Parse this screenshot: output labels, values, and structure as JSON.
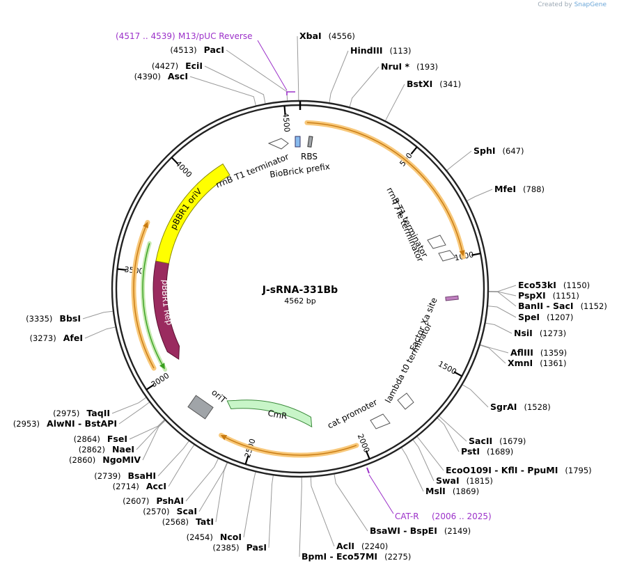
{
  "credit": {
    "created_by": "Created by",
    "brand": "SnapGene"
  },
  "plasmid": {
    "name": "J-sRNA-331Bb",
    "length_label": "4562 bp",
    "length": 4562
  },
  "tick_labels": [
    "500",
    "1000",
    "1500",
    "2000",
    "2500",
    "3000",
    "3500",
    "4000",
    "4500"
  ],
  "features": [
    {
      "label": "CmR",
      "color": "#c8f5c8",
      "kind": "arrow"
    },
    {
      "label": "pBBR1 Rep",
      "color": "#9a2b5f",
      "kind": "arrow"
    },
    {
      "label": "pBBR1 oriV",
      "color": "#ffff00",
      "kind": "box"
    },
    {
      "label": "oriT",
      "color": "#a0a4a8",
      "kind": "box"
    },
    {
      "label": "rrnB T1 terminator",
      "color": "#ffffff",
      "kind": "terminator"
    },
    {
      "label": "T7Te terminator",
      "color": "#ffffff",
      "kind": "terminator"
    },
    {
      "label": "lambda t0 terminator",
      "color": "#ffffff",
      "kind": "terminator"
    },
    {
      "label": "cat promoter",
      "color": "#ffffff",
      "kind": "promoter"
    },
    {
      "label": "Factor Xa site",
      "color": "#c080c0",
      "kind": "site"
    },
    {
      "label": "RBS",
      "color": "#a0a4a8",
      "kind": "site"
    },
    {
      "label": "BioBrick prefix",
      "color": "#88bbee",
      "kind": "site"
    }
  ],
  "sites": [
    {
      "name": "XbaI",
      "pos": "(4556)"
    },
    {
      "name": "HindIII",
      "pos": "(113)"
    },
    {
      "name": "NruI *",
      "pos": "(193)"
    },
    {
      "name": "BstXI",
      "pos": "(341)"
    },
    {
      "name": "SphI",
      "pos": "(647)"
    },
    {
      "name": "MfeI",
      "pos": "(788)"
    },
    {
      "name": "Eco53kI",
      "pos": "(1150)"
    },
    {
      "name": "PspXI",
      "pos": "(1151)"
    },
    {
      "name": "BanII  -  SacI",
      "pos": "(1152)"
    },
    {
      "name": "SpeI",
      "pos": "(1207)"
    },
    {
      "name": "NsiI",
      "pos": "(1273)"
    },
    {
      "name": "AflIII",
      "pos": "(1359)"
    },
    {
      "name": "XmnI",
      "pos": "(1361)"
    },
    {
      "name": "SgrAI",
      "pos": "(1528)"
    },
    {
      "name": "SacII",
      "pos": "(1679)"
    },
    {
      "name": "PstI",
      "pos": "(1689)"
    },
    {
      "name": "EcoO109I  -  KflI  -  PpuMI",
      "pos": "(1795)"
    },
    {
      "name": "SwaI",
      "pos": "(1815)"
    },
    {
      "name": "MslI",
      "pos": "(1869)"
    },
    {
      "name": "BsaWI  -  BspEI",
      "pos": "(2149)"
    },
    {
      "name": "AclI",
      "pos": "(2240)"
    },
    {
      "name": "BpmI  -  Eco57MI",
      "pos": "(2275)"
    },
    {
      "name": "PasI",
      "pos": "(2385)"
    },
    {
      "name": "NcoI",
      "pos": "(2454)"
    },
    {
      "name": "TatI",
      "pos": "(2568)"
    },
    {
      "name": "ScaI",
      "pos": "(2570)"
    },
    {
      "name": "PshAI",
      "pos": "(2607)"
    },
    {
      "name": "AccI",
      "pos": "(2714)"
    },
    {
      "name": "BsaHI",
      "pos": "(2739)"
    },
    {
      "name": "NgoMIV",
      "pos": "(2860)"
    },
    {
      "name": "NaeI",
      "pos": "(2862)"
    },
    {
      "name": "FseI",
      "pos": "(2864)"
    },
    {
      "name": "AlwNI  -  BstAPI",
      "pos": "(2953)"
    },
    {
      "name": "TaqII",
      "pos": "(2975)"
    },
    {
      "name": "AfeI",
      "pos": "(3273)"
    },
    {
      "name": "BbsI",
      "pos": "(3335)"
    },
    {
      "name": "AscI",
      "pos": "(4390)"
    },
    {
      "name": "EciI",
      "pos": "(4427)"
    },
    {
      "name": "PacI",
      "pos": "(4513)"
    }
  ],
  "primers": [
    {
      "name": "M13/pUC Reverse",
      "range": "(4517 .. 4539)"
    },
    {
      "name": "CAT-R",
      "range": "(2006 .. 2025)"
    }
  ],
  "colors": {
    "primer": "#9b30c9",
    "orf_fill": "#f8c87a",
    "orf_line": "#c87a10",
    "orf_green": "#39a020"
  }
}
